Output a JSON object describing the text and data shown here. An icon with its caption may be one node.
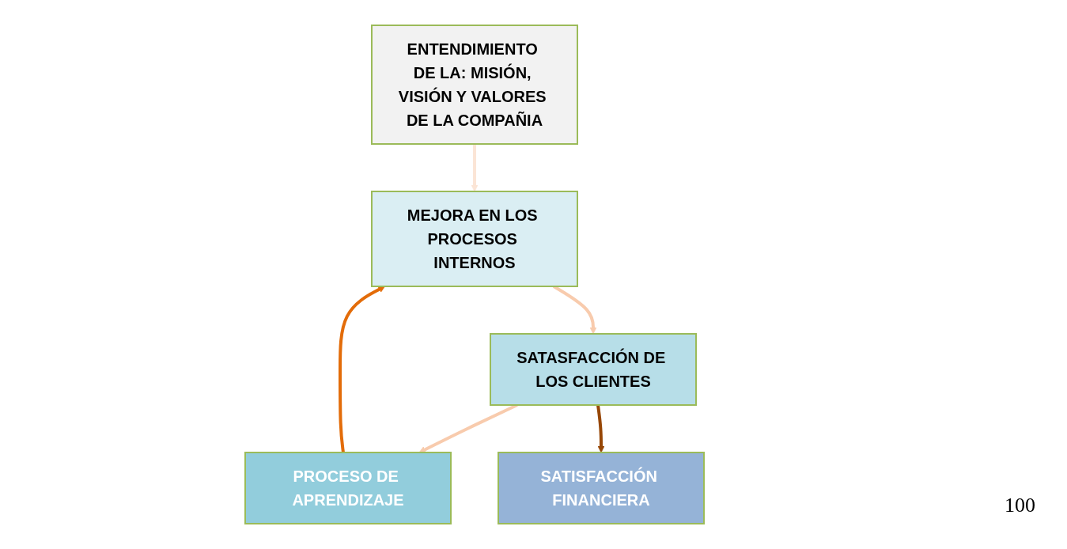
{
  "diagram": {
    "nodes": [
      {
        "text": [
          "ENTENDIMIENTO DE LA: MISIÓN, VISIÓN Y VALORES DE LA COMPAÑIA"
        ]
      },
      {
        "text": [
          "MEJORA EN LOS PROCESOS INTERNOS"
        ]
      },
      {
        "text": [
          "SATASFACCIÓN DE LOS CLIENTES"
        ]
      },
      {
        "text": [
          "PROCESO DE APRENDIZAJE"
        ]
      },
      {
        "text": [
          "SATISFACCIÓN FINANCIERA"
        ]
      }
    ],
    "edges": [
      {
        "from": 0,
        "to": 1,
        "arrow": "to",
        "color": "#fbe5d6"
      },
      {
        "from": 1,
        "to": 2,
        "arrow": "to",
        "color": "#f8cbad"
      },
      {
        "from": 2,
        "to": 3,
        "arrow": "to",
        "color": "#f8cbad"
      },
      {
        "from": 3,
        "to": 1,
        "arrow": "to",
        "color": "#e36c09"
      },
      {
        "from": 2,
        "to": 4,
        "arrow": "to",
        "color": "#974706"
      }
    ],
    "labels": [
      "100"
    ]
  }
}
